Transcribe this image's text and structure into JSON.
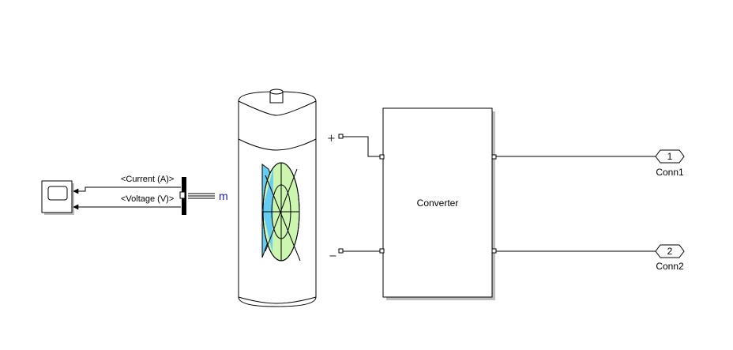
{
  "signals": {
    "current_label": "<Current (A)>",
    "voltage_label": "<Voltage (V)>"
  },
  "bus_selector": {
    "port_label": "m"
  },
  "battery": {
    "positive_label": "+",
    "negative_label": "−"
  },
  "converter": {
    "label": "Converter"
  },
  "connections": [
    {
      "number": "1",
      "name": "Conn1"
    },
    {
      "number": "2",
      "name": "Conn2"
    }
  ],
  "colors": {
    "line": "#000000",
    "port_m": "#1a1aa6",
    "disc_blue": "#66ccf2",
    "disc_green": "#ccf5b0",
    "block_fill": "#ffffff",
    "shadow": "#bdbdbd"
  }
}
